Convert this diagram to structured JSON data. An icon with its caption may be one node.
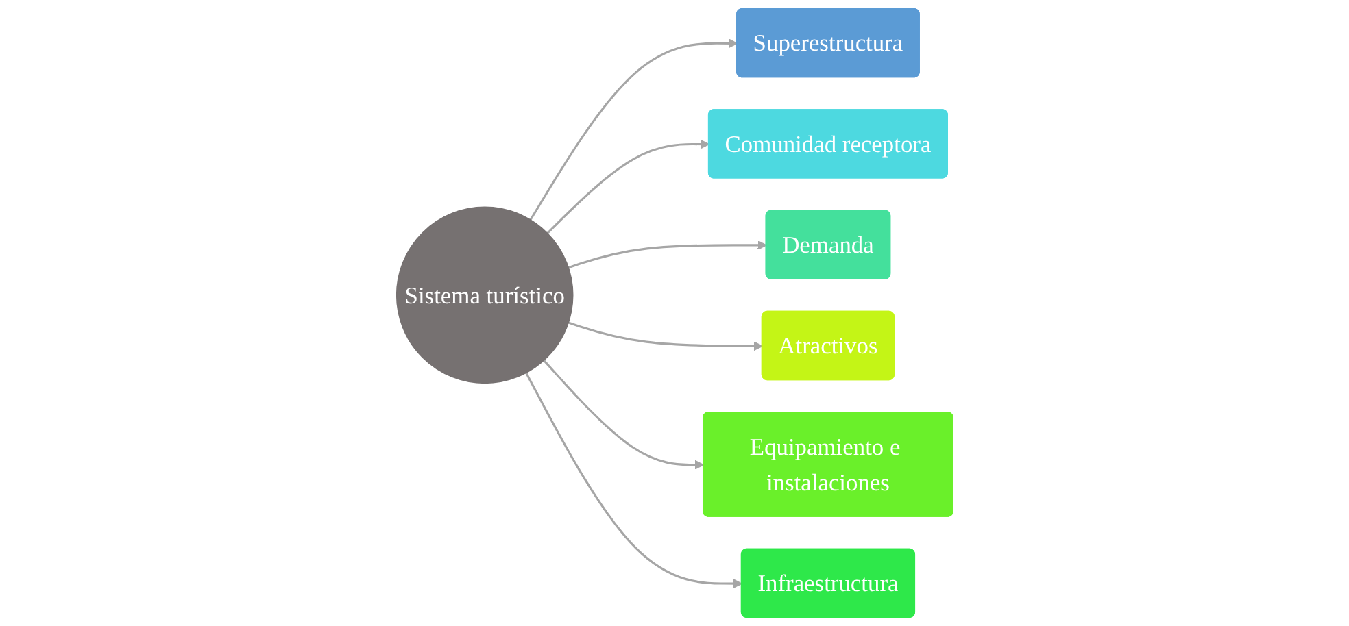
{
  "diagram": {
    "nodes": [
      {
        "text": [
          "Superestructura"
        ]
      },
      {
        "text": [
          "Atractivos"
        ]
      },
      {
        "text": [
          "Comunidad receptora"
        ]
      },
      {
        "text": [
          "Sistema turístico"
        ]
      },
      {
        "text": [
          "Equipamiento e instalaciones"
        ]
      },
      {
        "text": [
          "Demanda"
        ]
      },
      {
        "text": [
          "Infraestructura"
        ]
      }
    ],
    "edges": [
      {
        "from": 3,
        "to": 0,
        "arrow": "to"
      },
      {
        "from": 3,
        "to": 2,
        "arrow": "to"
      },
      {
        "from": 3,
        "to": 5,
        "arrow": "to"
      },
      {
        "from": 3,
        "to": 1,
        "arrow": "to"
      },
      {
        "from": 3,
        "to": 4,
        "arrow": "to"
      },
      {
        "from": 3,
        "to": 6,
        "arrow": "to"
      }
    ]
  }
}
